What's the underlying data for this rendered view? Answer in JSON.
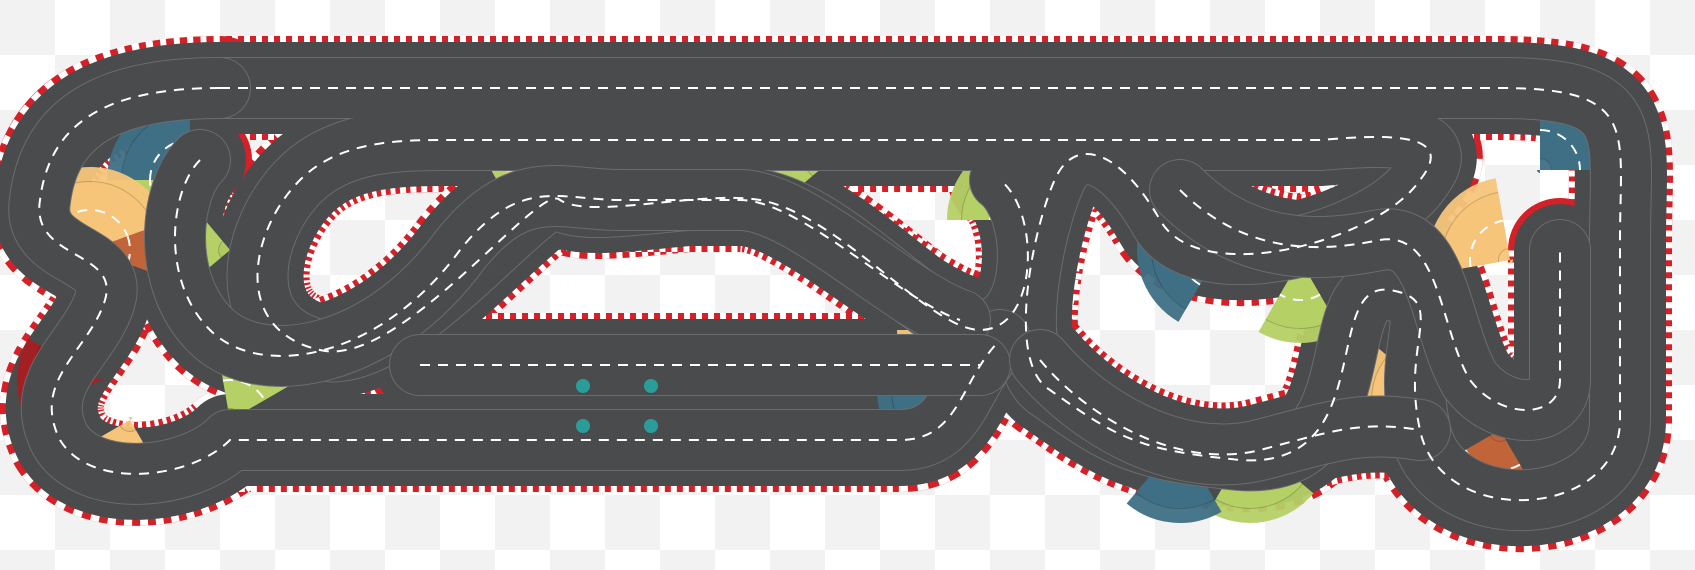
{
  "colors": {
    "background": "#ffffff",
    "checker": "#f2f2f2",
    "asphalt": "#4a4b4d",
    "asphalt_dark": "#3d3e40",
    "lane_line": "#6b6c6e",
    "center_dash": "#ffffff",
    "curb_red": "#d62027",
    "curb_white": "#ffffff",
    "curve_blue": "#3e6f85",
    "curve_green": "#b5d065",
    "curve_orange": "#f7c57a",
    "curve_rust": "#c2643a",
    "curve_red": "#a61d22",
    "marker_teal": "#2a9d9a"
  },
  "track": {
    "lanes": 4,
    "curve_segments": [
      {
        "color": "curve_blue"
      },
      {
        "color": "curve_green"
      },
      {
        "color": "curve_orange"
      },
      {
        "color": "curve_rust"
      },
      {
        "color": "curve_red"
      }
    ],
    "markers": 4
  }
}
